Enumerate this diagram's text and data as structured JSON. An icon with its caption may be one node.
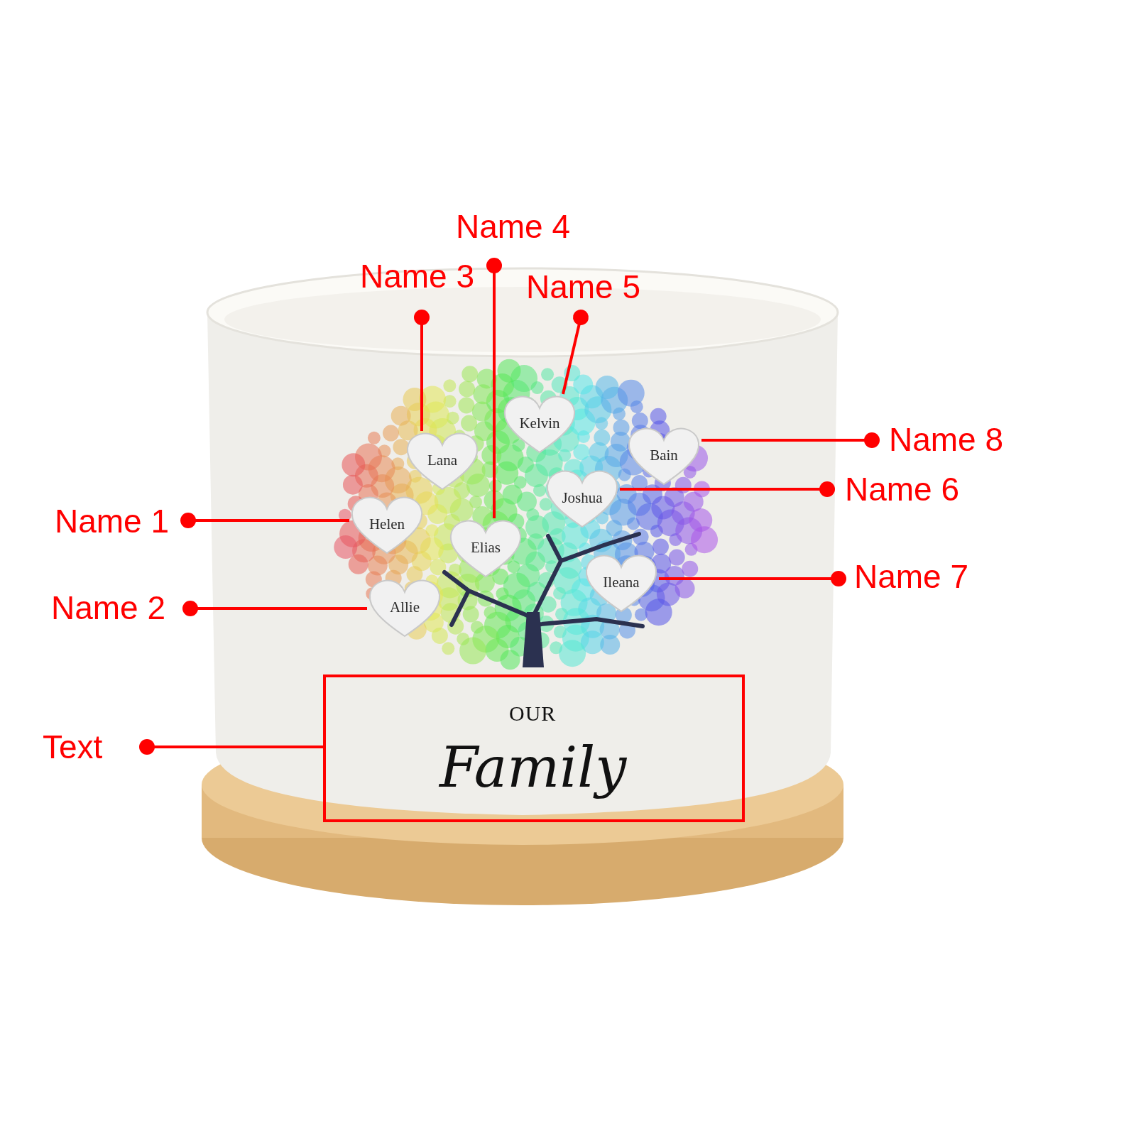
{
  "diagram": {
    "nodes": [
      {
        "text": [
          "Name 4"
        ]
      },
      {
        "text": [
          "Name 3"
        ]
      },
      {
        "text": [
          "Name 5"
        ]
      },
      {
        "text": [
          "Kelvin"
        ]
      },
      {
        "text": [
          "Name 8"
        ]
      },
      {
        "text": [
          "Bain"
        ]
      },
      {
        "text": [
          "Lana"
        ]
      },
      {
        "text": [
          "Name 6"
        ]
      },
      {
        "text": [
          "Joshua"
        ]
      },
      {
        "text": [
          "Name 1"
        ]
      },
      {
        "text": [
          "Helen"
        ]
      },
      {
        "text": [
          "Elias"
        ]
      },
      {
        "text": [
          "Name 7"
        ]
      },
      {
        "text": [
          "Ileana"
        ]
      },
      {
        "text": [
          "Name 2"
        ]
      },
      {
        "text": [
          "Allie"
        ]
      },
      {
        "text": [
          "OUR",
          "Family"
        ]
      },
      {
        "text": [
          "Text"
        ]
      }
    ],
    "edges": [
      {
        "from": 1,
        "to": 6,
        "arrow": "other"
      },
      {
        "from": 0,
        "to": 11,
        "arrow": "other"
      },
      {
        "from": 2,
        "to": 3,
        "arrow": "other"
      },
      {
        "from": 4,
        "to": 5,
        "arrow": "other"
      },
      {
        "from": 7,
        "to": 8,
        "arrow": "other"
      },
      {
        "from": 9,
        "to": 10,
        "arrow": "other"
      },
      {
        "from": 14,
        "to": 15,
        "arrow": "other"
      },
      {
        "from": 12,
        "to": 13,
        "arrow": "other"
      },
      {
        "from": 17,
        "to": 16,
        "arrow": "other"
      }
    ]
  }
}
